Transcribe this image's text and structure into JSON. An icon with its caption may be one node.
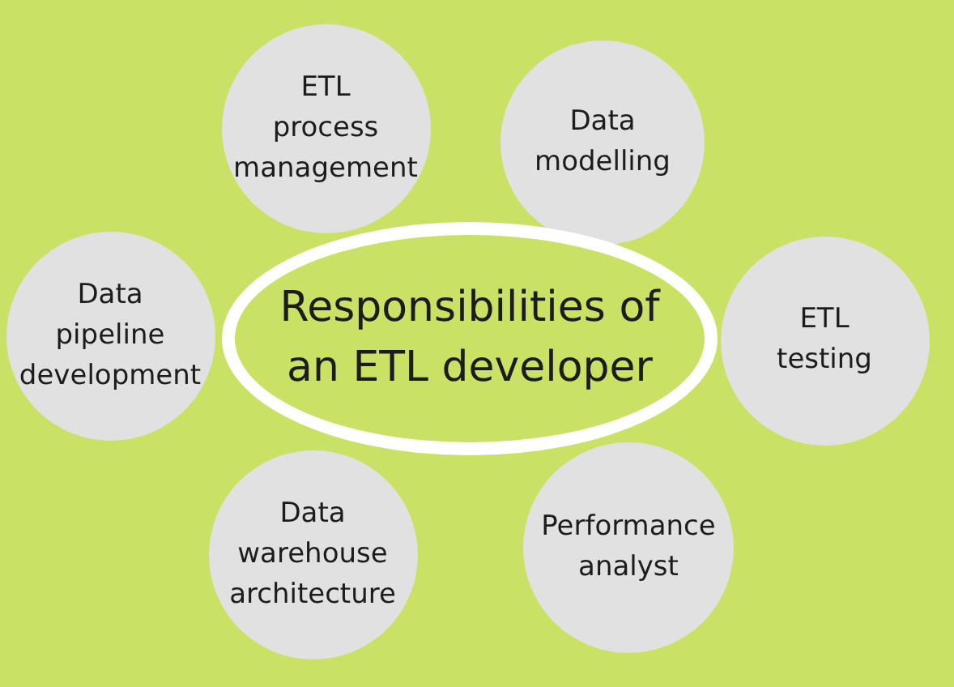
{
  "diagram": {
    "nodes": [
      {
        "text": [
          "ETL process management"
        ]
      },
      {
        "text": [
          "Data modelling"
        ]
      },
      {
        "text": [
          "Data pipeline development"
        ]
      },
      {
        "text": [
          "Responsibilities of an ETL developer"
        ]
      },
      {
        "text": [
          "ETL testing"
        ]
      },
      {
        "text": [
          "Data warehouse architecture"
        ]
      },
      {
        "text": [
          "Performance analyst"
        ]
      }
    ]
  }
}
